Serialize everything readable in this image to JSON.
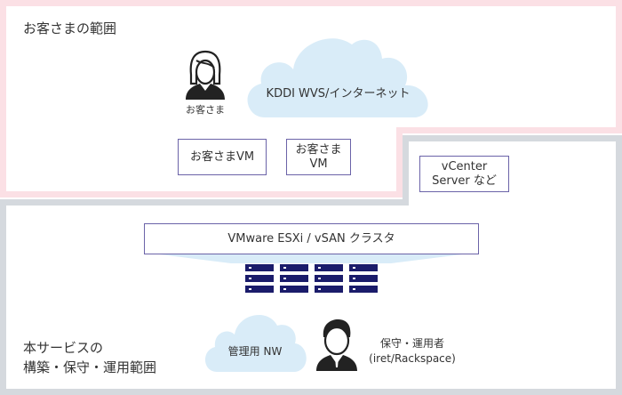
{
  "colors": {
    "customer_region_border": "#fbe0e5",
    "service_region_border": "#d5d9de",
    "box_border": "#6b63a8",
    "cloud_fill": "#d9ecf8",
    "server_fill": "#1b1c6b",
    "person_fill": "#222222"
  },
  "customer_region": {
    "title": "お客さまの範囲",
    "person_label": "お客さま",
    "cloud_label": "KDDI WVS/インターネット",
    "vm_boxes": [
      {
        "label": "お客さまVM"
      },
      {
        "label": "お客さまVM"
      }
    ]
  },
  "service_region": {
    "title_line1": "本サービスの",
    "title_line2": "構築・保守・運用範囲",
    "vcenter_box": {
      "line1": "vCenter",
      "line2": "Server など"
    },
    "cluster_box": {
      "label": "VMware ESXi / vSAN クラスタ"
    },
    "servers": {
      "columns": 4,
      "rows": 3
    },
    "mgmt_cloud_label": "管理用 NW",
    "operator_label_line1": "保守・運用者",
    "operator_label_line2": "(iret/Rackspace)"
  }
}
